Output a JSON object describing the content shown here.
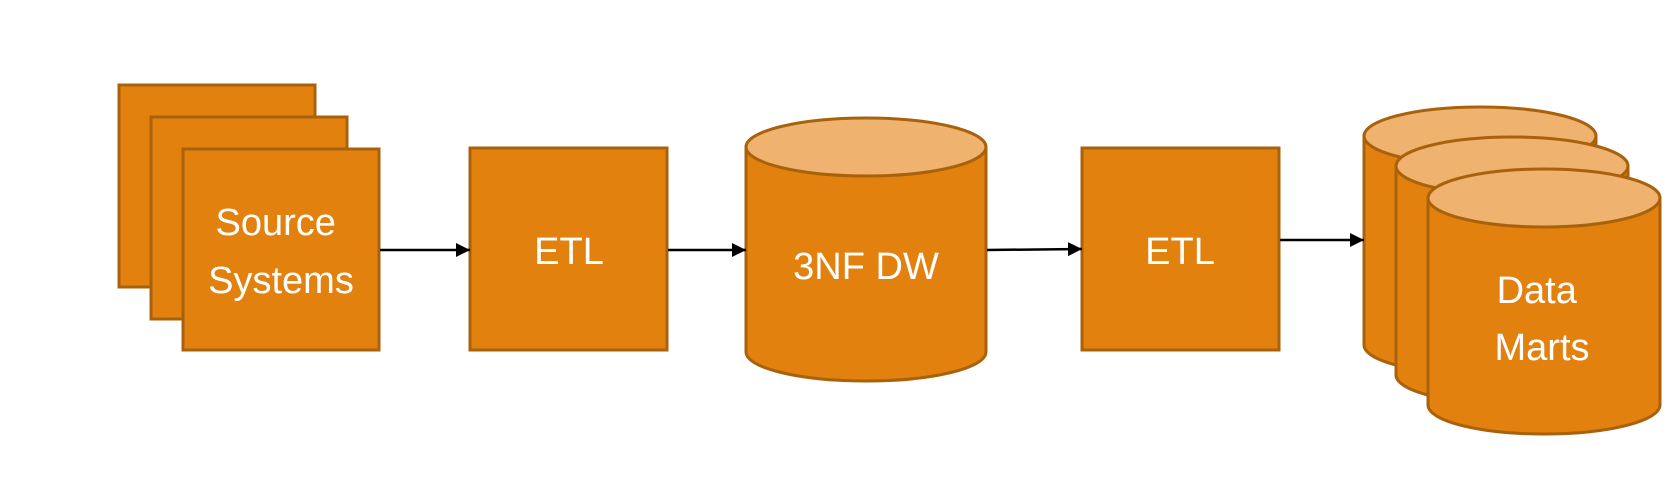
{
  "nodes": {
    "source": {
      "lines": [
        "Source",
        "Systems"
      ]
    },
    "etl1": {
      "label": "ETL"
    },
    "dw": {
      "label": "3NF DW"
    },
    "etl2": {
      "label": "ETL"
    },
    "marts": {
      "lines": [
        "Data",
        "Marts"
      ]
    }
  },
  "colors": {
    "fill": "#E3810F",
    "stroke": "#A8620C",
    "cylinder_top": "#F0B26F",
    "arrow": "#000000",
    "text": "#FFFFFF",
    "background": "#FFFFFF"
  }
}
